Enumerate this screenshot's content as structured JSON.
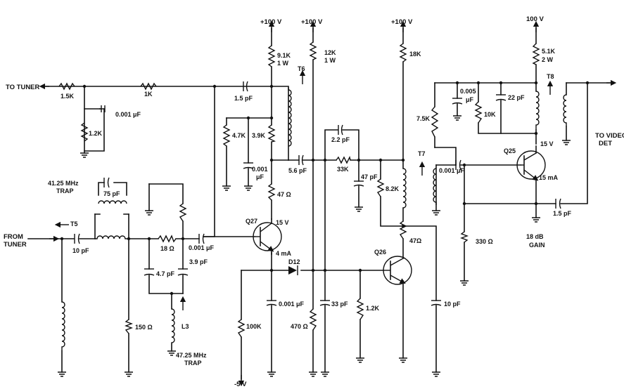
{
  "supply": {
    "v1": "+100 V",
    "v2": "+100 V",
    "v3": "+100 V",
    "v4": "100 V",
    "neg": "-5 V"
  },
  "io": {
    "to_tuner": "TO TUNER",
    "from_tuner_1": "FROM",
    "from_tuner_2": "TUNER",
    "to_video_1": "TO VIDEO",
    "to_video_2": "DET"
  },
  "components": {
    "r_1_5k": "1.5K",
    "r_1k": "1K",
    "r_1_2k_top": "1.2K",
    "c_0001_top": "0.001 μF",
    "c_1_5pf_top": "1.5 pF",
    "r_9_1k_1": "9.1K",
    "r_9_1k_2": "1 W",
    "t6": "T6",
    "r_4_7k": "4.7K",
    "r_3_9k": "3.9K",
    "c_0001_mid_1": "0.001",
    "c_0001_mid_2": "μF",
    "c_5_6pf": "5.6 pF",
    "r_47_q27": "47 Ω",
    "q27": "Q27",
    "q27_v": "15 V",
    "q27_i": "4 mA",
    "r_12k_1": "12K",
    "r_12k_2": "1 W",
    "c_2_2pf": "2.2 pF",
    "r_33k": "33K",
    "c_47pf": "47 pF",
    "r_8_2k": "8.2K",
    "r_18k": "18K",
    "t7": "T7",
    "c_0001_t7": "0.001 μF",
    "r_47_q26": "47Ω",
    "q26": "Q26",
    "d12": "D12",
    "trap1_1": "41.25 MHz",
    "trap1_2": "TRAP",
    "c_75pf": "75 pF",
    "t5": "T5",
    "c_10pf_in": "10 pF",
    "r_18": "18 Ω",
    "c_0001_in": "0.001 μF",
    "c_4_7pf": "4.7 pF",
    "c_3_9pf": "3.9 pF",
    "l3": "L3",
    "trap2_1": "47.25 MHz",
    "trap2_2": "TRAP",
    "r_150": "150 Ω",
    "r_100k": "100K",
    "c_0001_bot": "0.001 μF",
    "r_470": "470 Ω",
    "c_33pf": "33 pF",
    "r_1_2k_bot": "1.2K",
    "c_10pf_bot": "10 pF",
    "c_0005": "0.005",
    "c_0005_u": "μF",
    "c_22pf": "22 pF",
    "r_7_5k": "7.5K",
    "r_10k": "10K",
    "r_5_1k_1": "5.1K",
    "r_5_1k_2": "2 W",
    "t8": "T8",
    "q25": "Q25",
    "q25_v": "15 V",
    "q25_i": "15 mA",
    "c_1_5pf_out": "1.5 pF",
    "r_330": "330 Ω",
    "gain_1": "18 dB",
    "gain_2": "GAIN"
  }
}
